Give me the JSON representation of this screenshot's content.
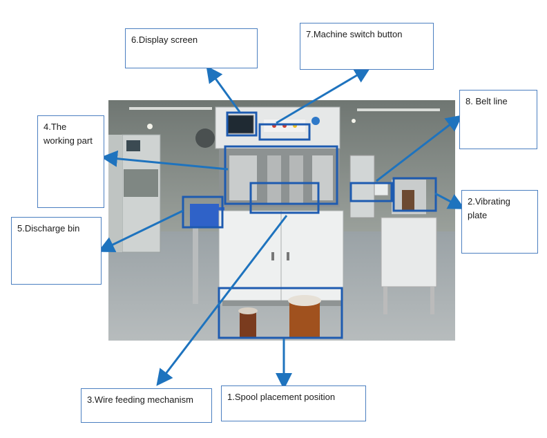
{
  "labels": {
    "display_screen": "6.Display screen",
    "machine_switch": "7.Machine switch button",
    "working_part": "4.The working part",
    "belt_line": "8. Belt line",
    "discharge_bin": "5.Discharge bin",
    "vibrating_plate": "2.Vibrating plate",
    "wire_feeding": "3.Wire feeding mechanism",
    "spool_placement": "1.Spool placement position"
  },
  "colors": {
    "arrow": "#1e73be",
    "box_border": "#4a7ec0",
    "highlight": "#1e5bb0"
  }
}
